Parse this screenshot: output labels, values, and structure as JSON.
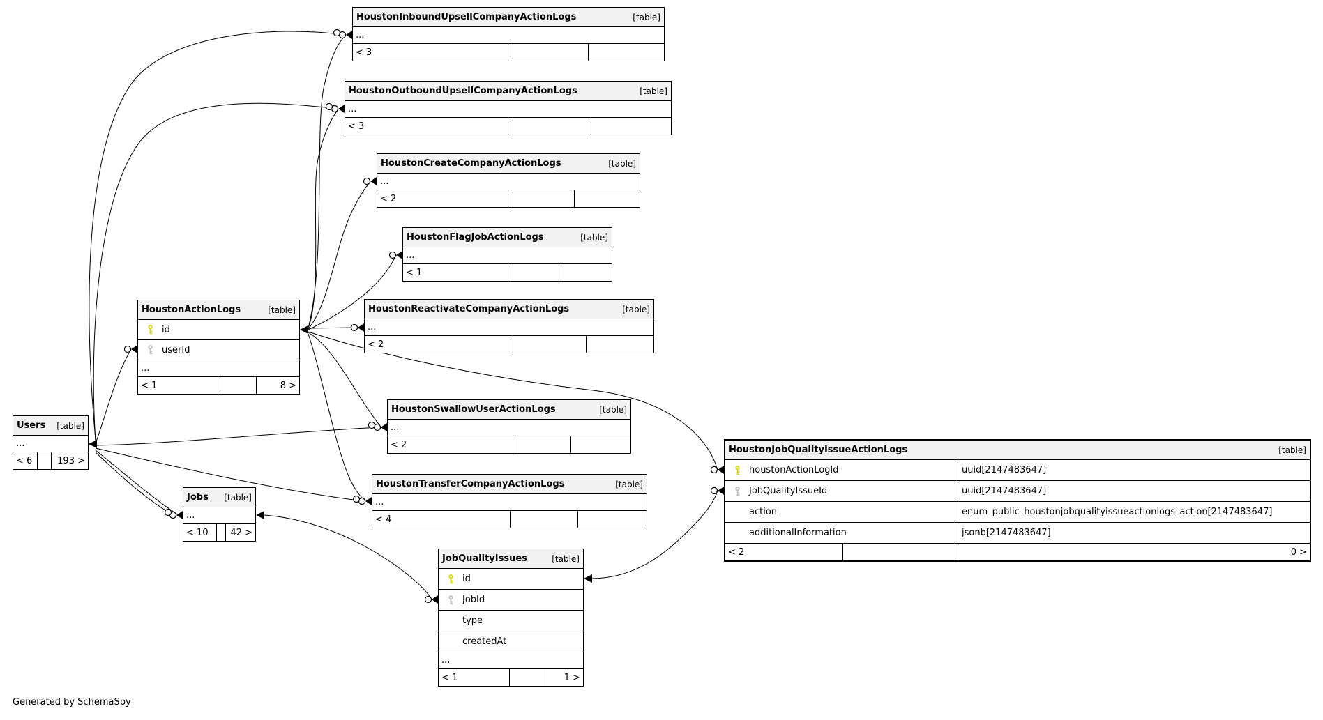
{
  "footer_note": "Generated by SchemaSpy",
  "colors": {
    "header_bg": "#f2f2f2",
    "border": "#000000",
    "pk_key": "#d9d900",
    "fk_key": "#bfbfbf",
    "background": "#ffffff"
  },
  "dots_label": "...",
  "tables": {
    "inbound": {
      "name": "HoustonInboundUpsellCompanyActionLogs",
      "tag": "[table]",
      "rows": [
        {
          "dots": true
        }
      ],
      "footer": {
        "left": "< 3",
        "mid": "",
        "right": ""
      }
    },
    "outbound": {
      "name": "HoustonOutboundUpsellCompanyActionLogs",
      "tag": "[table]",
      "rows": [
        {
          "dots": true
        }
      ],
      "footer": {
        "left": "< 3",
        "mid": "",
        "right": ""
      }
    },
    "create": {
      "name": "HoustonCreateCompanyActionLogs",
      "tag": "[table]",
      "rows": [
        {
          "dots": true
        }
      ],
      "footer": {
        "left": "< 2",
        "mid": "",
        "right": ""
      }
    },
    "flag": {
      "name": "HoustonFlagJobActionLogs",
      "tag": "[table]",
      "rows": [
        {
          "dots": true
        }
      ],
      "footer": {
        "left": "< 1",
        "mid": "",
        "right": ""
      }
    },
    "actionlogs": {
      "name": "HoustonActionLogs",
      "tag": "[table]",
      "rows": [
        {
          "key": "pk",
          "name": "id"
        },
        {
          "key": "fk",
          "name": "userId"
        },
        {
          "dots": true
        }
      ],
      "footer": {
        "left": "< 1",
        "mid": "",
        "right": "8 >"
      }
    },
    "reactivate": {
      "name": "HoustonReactivateCompanyActionLogs",
      "tag": "[table]",
      "rows": [
        {
          "dots": true
        }
      ],
      "footer": {
        "left": "< 2",
        "mid": "",
        "right": ""
      }
    },
    "users": {
      "name": "Users",
      "tag": "[table]",
      "rows": [
        {
          "dots": true
        }
      ],
      "footer": {
        "left": "< 6",
        "mid": "",
        "right": "193 >"
      }
    },
    "swallow": {
      "name": "HoustonSwallowUserActionLogs",
      "tag": "[table]",
      "rows": [
        {
          "dots": true
        }
      ],
      "footer": {
        "left": "< 2",
        "mid": "",
        "right": ""
      }
    },
    "jobs": {
      "name": "Jobs",
      "tag": "[table]",
      "rows": [
        {
          "dots": true
        }
      ],
      "footer": {
        "left": "< 10",
        "mid": "",
        "right": "42 >"
      }
    },
    "transfer": {
      "name": "HoustonTransferCompanyActionLogs",
      "tag": "[table]",
      "rows": [
        {
          "dots": true
        }
      ],
      "footer": {
        "left": "< 4",
        "mid": "",
        "right": ""
      }
    },
    "jobquality": {
      "name": "JobQualityIssues",
      "tag": "[table]",
      "rows": [
        {
          "key": "pk",
          "name": "id"
        },
        {
          "key": "fk",
          "name": "JobId"
        },
        {
          "name": "type"
        },
        {
          "name": "createdAt"
        },
        {
          "dots": true
        }
      ],
      "footer": {
        "left": "< 1",
        "mid": "",
        "right": "1 >"
      }
    },
    "bigtable": {
      "name": "HoustonJobQualityIssueActionLogs",
      "tag": "[table]",
      "rows": [
        {
          "key": "pk",
          "name": "houstonActionLogId",
          "type": "uuid[2147483647]"
        },
        {
          "key": "fk",
          "name": "JobQualityIssueId",
          "type": "uuid[2147483647]"
        },
        {
          "name": "action",
          "type": "enum_public_houstonjobqualityissueactionlogs_action[2147483647]"
        },
        {
          "name": "additionalInformation",
          "type": "jsonb[2147483647]"
        }
      ],
      "footer": {
        "left": "< 2",
        "mid": "",
        "right": "0 >"
      }
    }
  }
}
